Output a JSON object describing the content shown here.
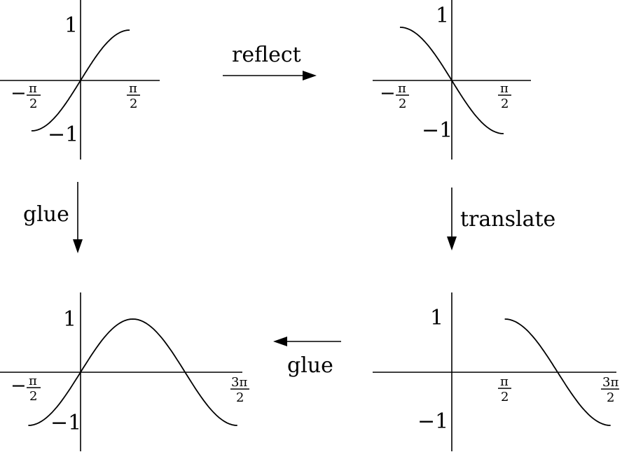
{
  "arrows": {
    "reflect": "reflect",
    "translate": "translate",
    "glue_left": "glue",
    "glue_bottom": "glue"
  },
  "ticks": {
    "one": "1",
    "neg_one": "−1",
    "minus": "−",
    "pi": "π",
    "two": "2",
    "three_pi": "3π"
  },
  "panels": [
    {
      "id": "sine-restricted",
      "x_range": [
        -1.5708,
        1.5708
      ],
      "function": "sin(x)"
    },
    {
      "id": "reflected",
      "x_range": [
        -1.5708,
        1.5708
      ],
      "function": "-sin(x)"
    },
    {
      "id": "translated",
      "x_range": [
        1.5708,
        4.7124
      ],
      "function": "-sin(x - pi)"
    },
    {
      "id": "glued",
      "x_range": [
        -1.5708,
        4.7124
      ],
      "function": "sin(x)"
    }
  ]
}
